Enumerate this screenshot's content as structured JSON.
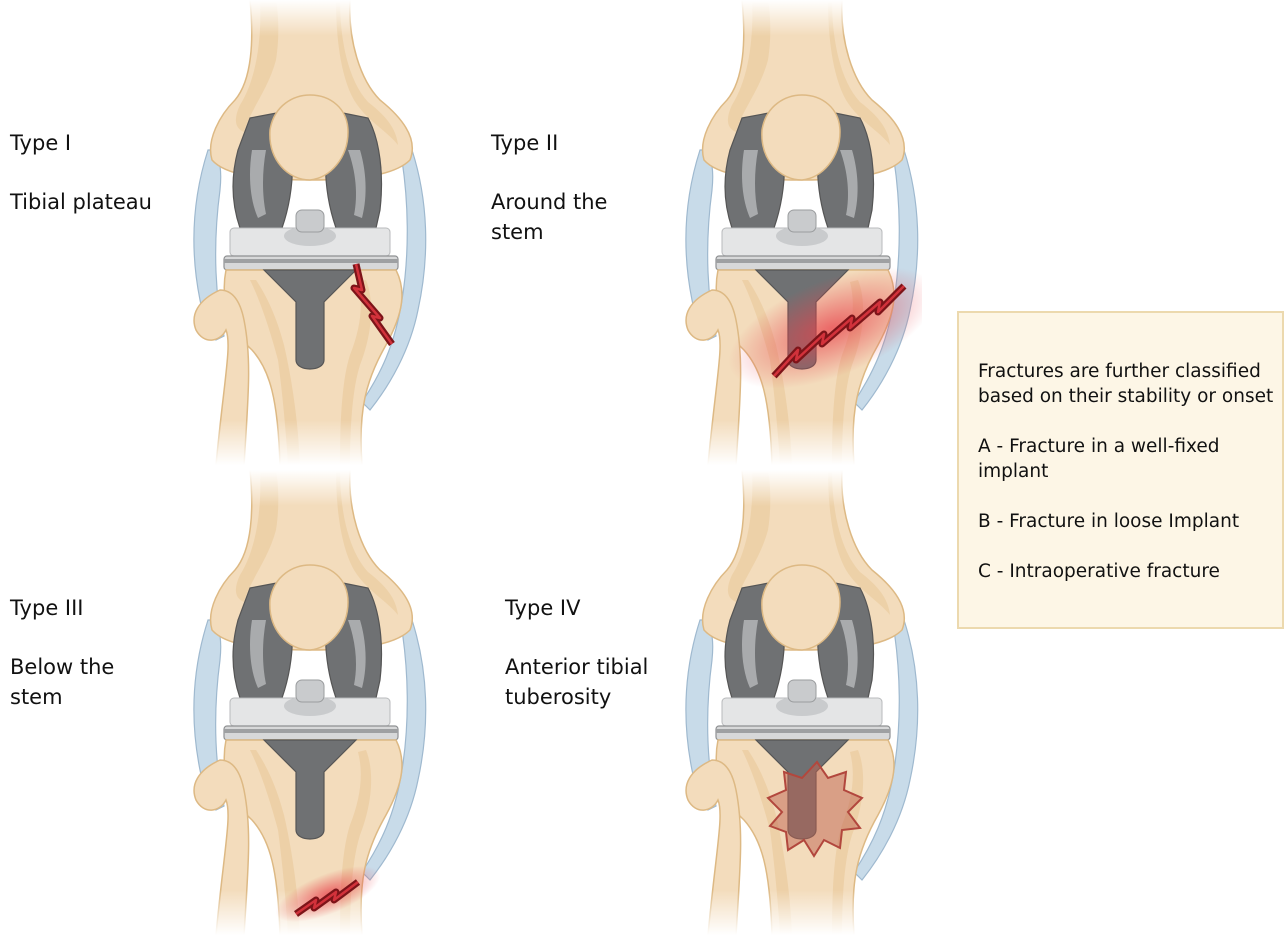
{
  "panels": [
    {
      "type": "Type I",
      "location": "Tibial plateau",
      "fracture": "plateau"
    },
    {
      "type": "Type II",
      "location": "Around the stem",
      "fracture": "around_stem"
    },
    {
      "type": "Type III",
      "location": "Below the stem",
      "fracture": "below_stem"
    },
    {
      "type": "Type IV",
      "location": "Anterior tibial tuberosity",
      "fracture": "tuberosity"
    }
  ],
  "note": {
    "intro": "Fractures are further classified based on their stability or onset",
    "items": [
      "A - Fracture in a well-fixed implant",
      "B - Fracture in loose Implant",
      "C - Intraoperative fracture"
    ]
  },
  "colors": {
    "bone": "#f3dcbc",
    "bone_dark": "#ddb984",
    "ligament": "#c8dbe9",
    "implant_dark": "#6f7173",
    "implant_light": "#c9cbcd",
    "fracture_glow": "#e8414a",
    "fracture_line": "#7d1419",
    "note_background": "#fdf6e6",
    "note_border": "#ecd9ae"
  }
}
